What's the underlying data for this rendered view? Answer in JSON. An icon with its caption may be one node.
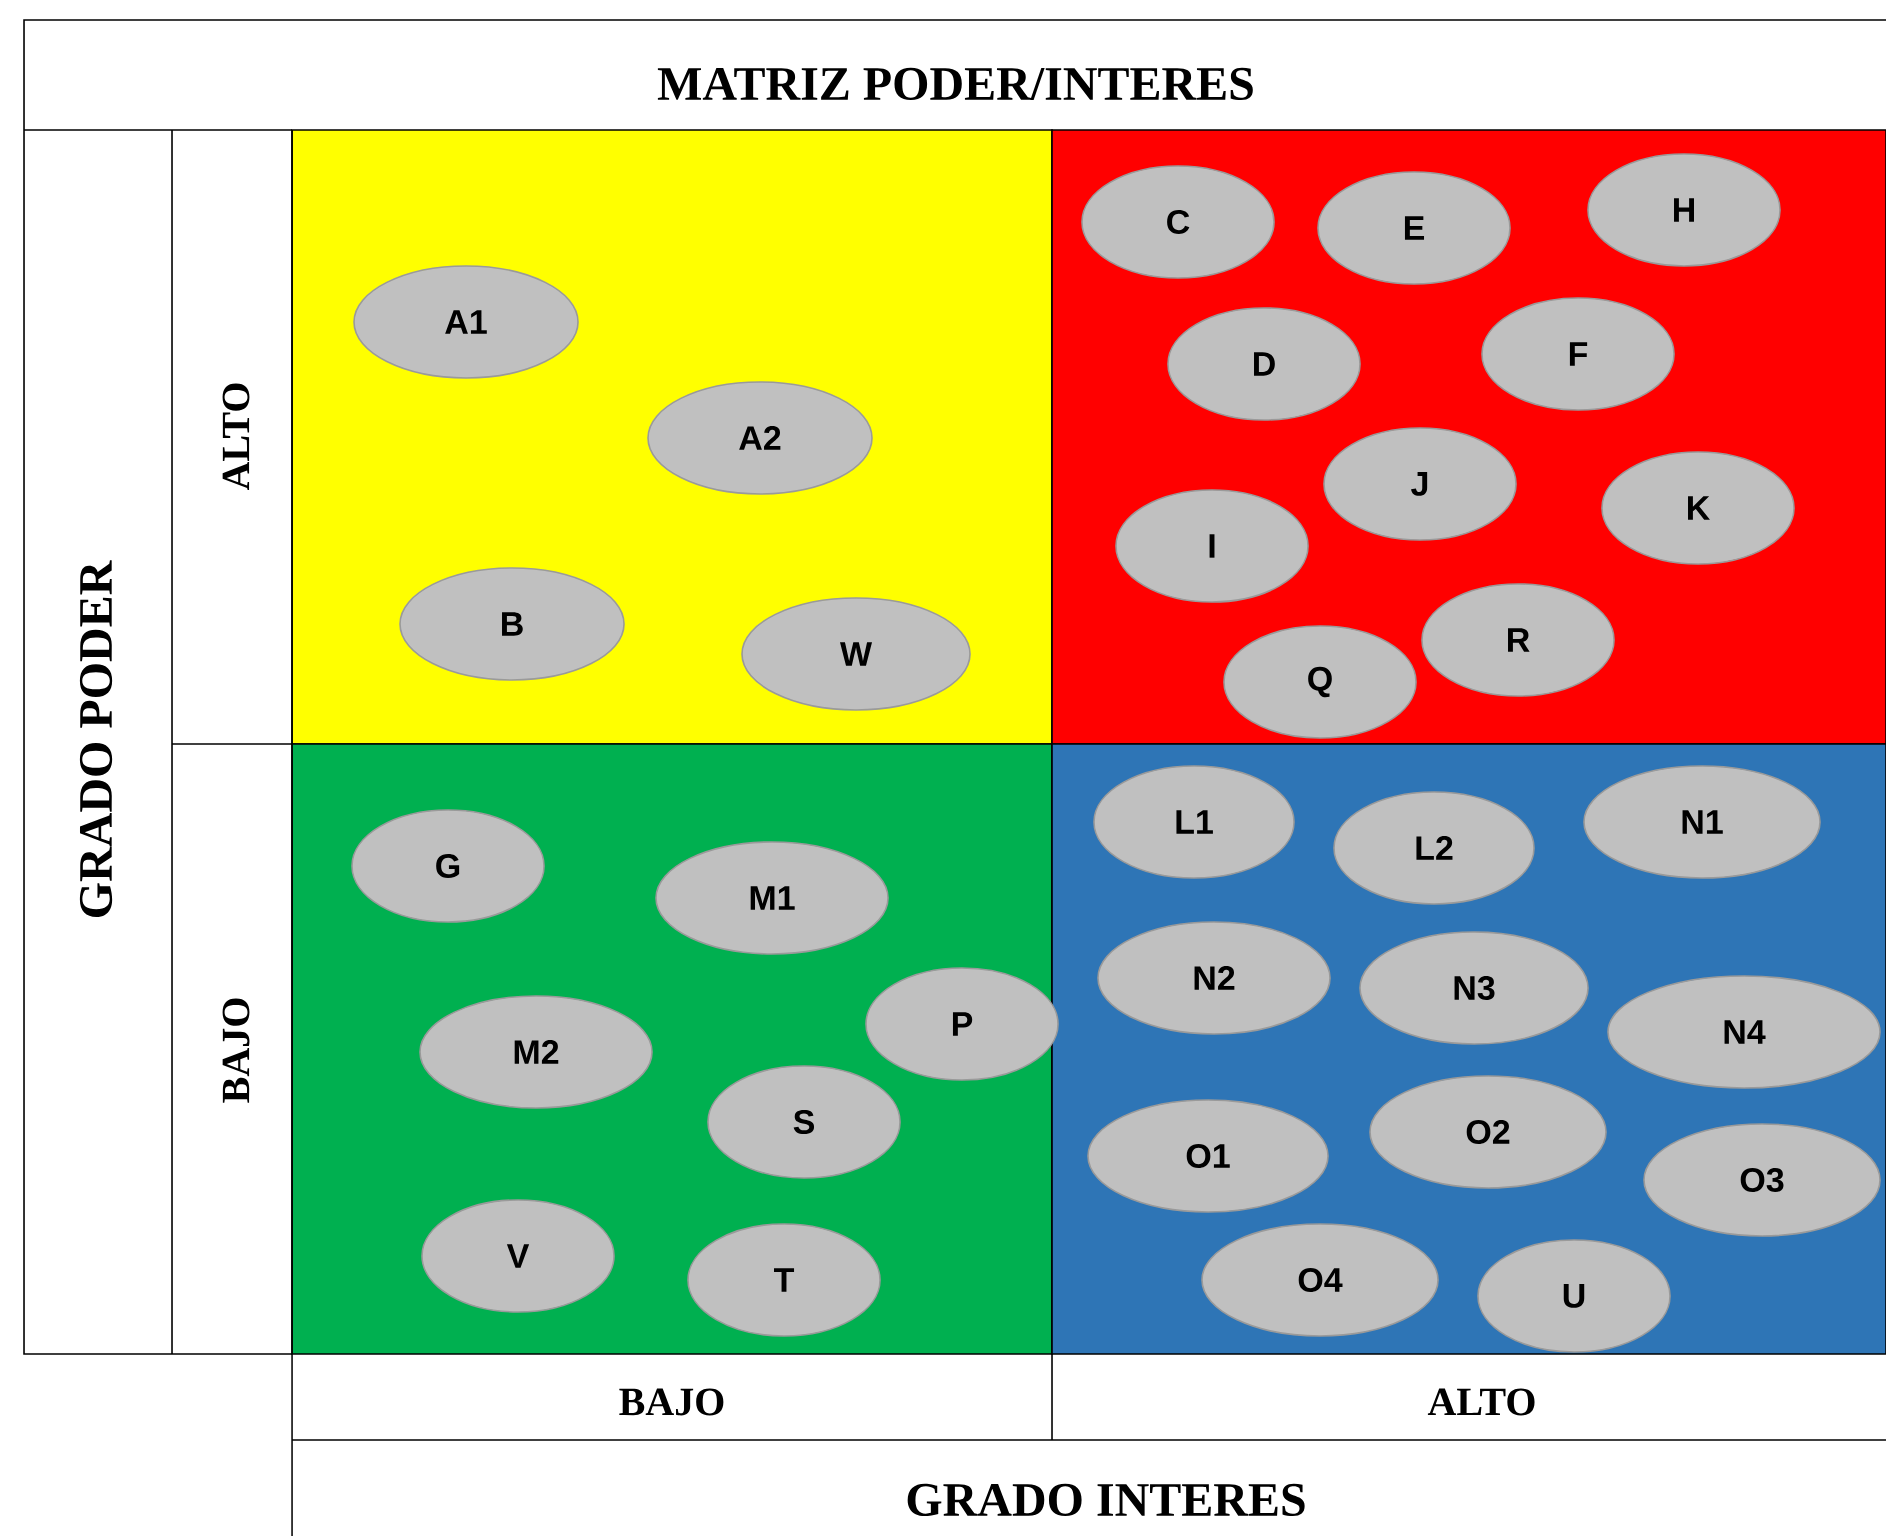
{
  "diagram": {
    "title": "MATRIZ PODER/INTERES",
    "nodes": [
      {
        "text": [],
        "shape": "box"
      },
      {
        "text": [
          "A1"
        ],
        "in": 0
      },
      {
        "text": [
          "A2"
        ],
        "in": 0
      },
      {
        "text": [
          "B"
        ],
        "in": 0
      },
      {
        "text": [
          "W"
        ],
        "in": 0
      },
      {
        "text": [],
        "shape": "box"
      },
      {
        "text": [
          "C"
        ],
        "in": 5
      },
      {
        "text": [
          "E"
        ],
        "in": 5
      },
      {
        "text": [
          "H"
        ],
        "in": 5
      },
      {
        "text": [
          "D"
        ],
        "in": 5
      },
      {
        "text": [
          "F"
        ],
        "in": 5
      },
      {
        "text": [
          "J"
        ],
        "in": 5
      },
      {
        "text": [
          "K"
        ],
        "in": 5
      },
      {
        "text": [
          "I"
        ],
        "in": 5
      },
      {
        "text": [
          "R"
        ],
        "in": 5
      },
      {
        "text": [
          "Q"
        ],
        "in": 5
      },
      {
        "text": [],
        "shape": "box"
      },
      {
        "text": [
          "G"
        ],
        "in": 16
      },
      {
        "text": [
          "M1"
        ],
        "in": 16
      },
      {
        "text": [
          "M2"
        ],
        "in": 16
      },
      {
        "text": [
          "P"
        ],
        "in": 16
      },
      {
        "text": [
          "S"
        ],
        "in": 16
      },
      {
        "text": [
          "V"
        ],
        "in": 16
      },
      {
        "text": [
          "T"
        ],
        "in": 16
      },
      {
        "text": [],
        "shape": "box"
      },
      {
        "text": [
          "L1"
        ],
        "in": 24
      },
      {
        "text": [
          "L2"
        ],
        "in": 24
      },
      {
        "text": [
          "N1"
        ],
        "in": 24
      },
      {
        "text": [
          "N2"
        ],
        "in": 24
      },
      {
        "text": [
          "N3"
        ],
        "in": 24
      },
      {
        "text": [
          "N4"
        ],
        "in": 24
      },
      {
        "text": [
          "O1"
        ],
        "in": 24
      },
      {
        "text": [
          "O2"
        ],
        "in": 24
      },
      {
        "text": [
          "O3"
        ],
        "in": 24
      },
      {
        "text": [
          "O4"
        ],
        "in": 24
      },
      {
        "text": [
          "U"
        ],
        "in": 24
      }
    ],
    "edges": [],
    "labels": [
      "GRADO PODER",
      "ALTO",
      "BAJO",
      "BAJO",
      "ALTO",
      "GRADO INTERES"
    ]
  }
}
